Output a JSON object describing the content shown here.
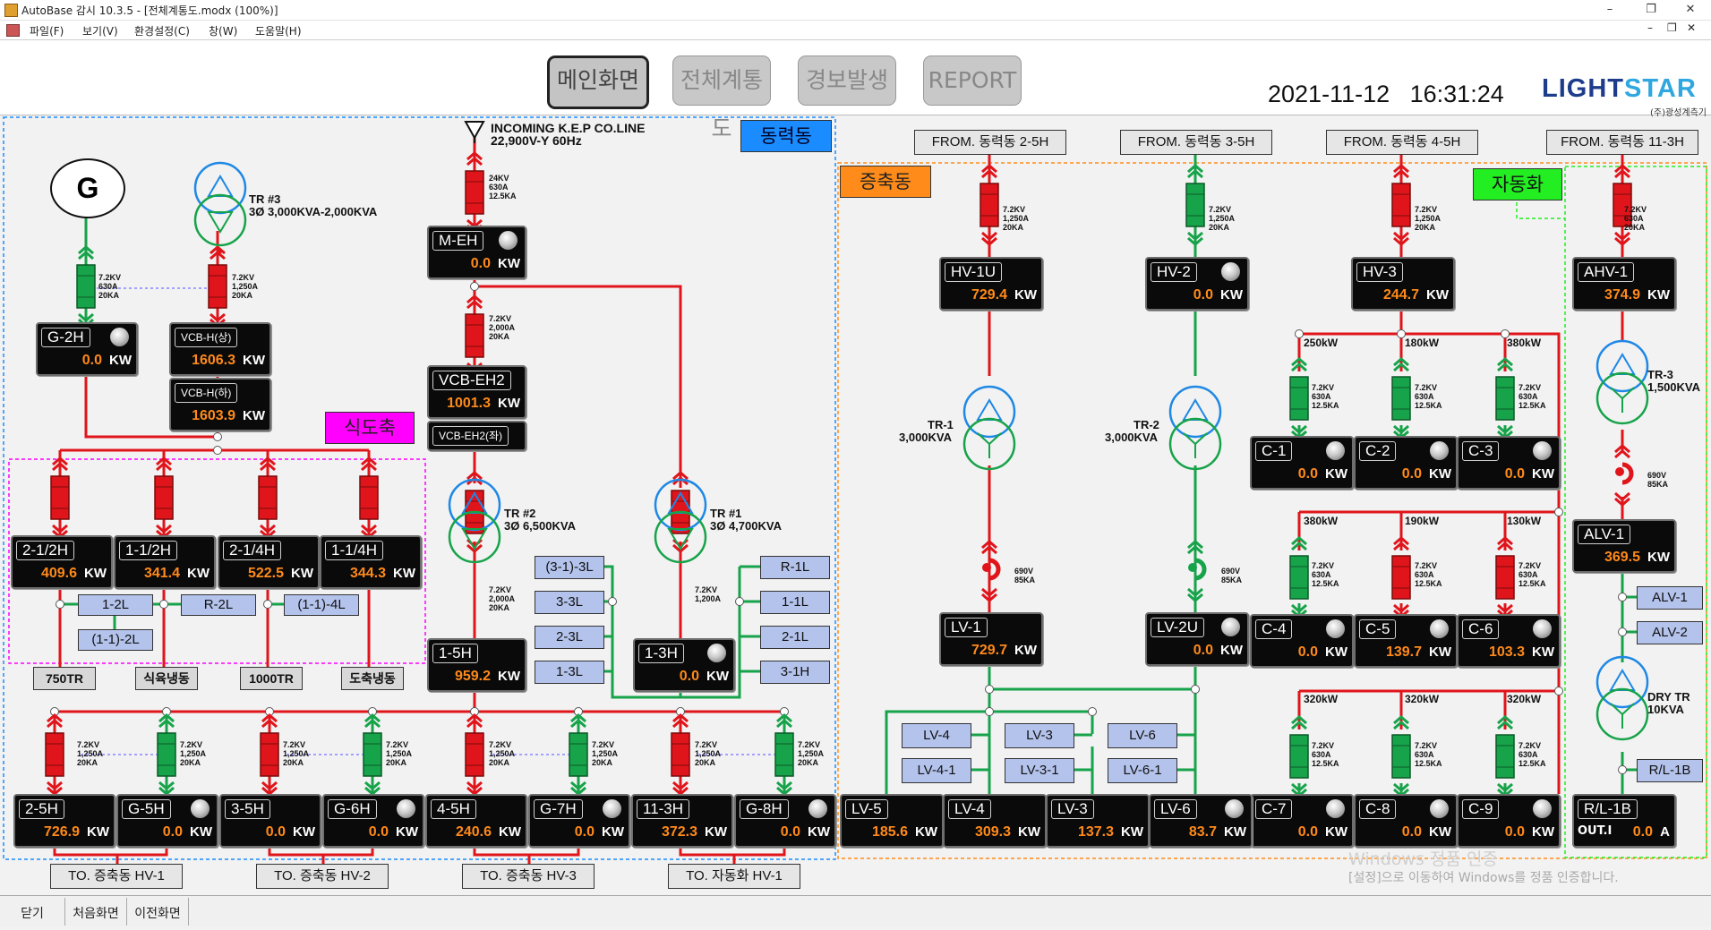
{
  "window": {
    "title": "AutoBase 감시 10.3.5 - [전체계통도.modx (100%)]",
    "controls": [
      "–",
      "❐",
      "✕"
    ],
    "mdi_controls": [
      "–",
      "❐",
      "✕"
    ]
  },
  "menu": [
    "파일(F)",
    "보기(V)",
    "환경설정(C)",
    "창(W)",
    "도움말(H)"
  ],
  "nav": [
    "메인화면",
    "전체계통도",
    "경보발생",
    "REPORT"
  ],
  "datetime": {
    "date": "2021-11-12",
    "time": "16:31:24"
  },
  "logo": {
    "text1": "LIGHT",
    "text2": "STAR",
    "sub": "(주)광성계측기"
  },
  "incoming": {
    "title": "INCOMING K.E.P CO.LINE",
    "spec": "22,900V-Y 60Hz"
  },
  "zones": {
    "dongryeok": "동력동",
    "jeungchuk": "증축동",
    "jadonghwa": "자동화",
    "sikdochuk": "식도축"
  },
  "generator": "G",
  "transformers": {
    "tr3": {
      "name": "TR #3",
      "spec": "3Ø 3,000KVA-2,000KVA"
    },
    "tr2": {
      "name": "TR #2",
      "spec": "3Ø 6,500KVA"
    },
    "tr1": {
      "name": "TR #1",
      "spec": "3Ø 4,700KVA"
    },
    "tr_1": {
      "name": "TR-1",
      "spec": "3,000KVA"
    },
    "tr_2": {
      "name": "TR-2",
      "spec": "3,000KVA"
    },
    "tr_3": {
      "name": "TR-3",
      "spec": "1,500KVA"
    },
    "dry": {
      "name": "DRY TR",
      "spec": "10KVA"
    }
  },
  "breaker_specs": {
    "s24": "24KV\n630A\n12.5KA",
    "s72_630_20": "7.2KV\n630A\n20KA",
    "s72_1250_20": "7.2KV\n1,250A\n20KA",
    "s72_2000_20": "7.2KV\n2,000A\n20KA",
    "s72_1200": "7.2KV\n1,200A",
    "s72_630_125": "7.2KV\n630A\n12.5KA",
    "s690": "690V\n85KA"
  },
  "panels": {
    "meh": {
      "name": "M-EH",
      "value": "0.0",
      "unit": "KW"
    },
    "g2h": {
      "name": "G-2H",
      "value": "0.0",
      "unit": "KW"
    },
    "vcbh_s": {
      "name": "VCB-H(상)",
      "value": "1606.3",
      "unit": "KW"
    },
    "vcbh_h": {
      "name": "VCB-H(하)",
      "value": "1603.9",
      "unit": "KW"
    },
    "vcbeh2": {
      "name": "VCB-EH2",
      "value": "1001.3",
      "unit": "KW"
    },
    "vcbeh2_l": {
      "name": "VCB-EH2(좌)"
    },
    "p2_12h": {
      "name": "2-1/2H",
      "value": "409.6",
      "unit": "KW"
    },
    "p1_12h": {
      "name": "1-1/2H",
      "value": "341.4",
      "unit": "KW"
    },
    "p2_14h": {
      "name": "2-1/4H",
      "value": "522.5",
      "unit": "KW"
    },
    "p1_14h": {
      "name": "1-1/4H",
      "value": "344.3",
      "unit": "KW"
    },
    "p15h": {
      "name": "1-5H",
      "value": "959.2",
      "unit": "KW"
    },
    "p13h": {
      "name": "1-3H",
      "value": "0.0",
      "unit": "KW"
    },
    "p25h": {
      "name": "2-5H",
      "value": "726.9",
      "unit": "KW"
    },
    "g5h": {
      "name": "G-5H",
      "value": "0.0",
      "unit": "KW"
    },
    "p35h": {
      "name": "3-5H",
      "value": "0.0",
      "unit": "KW"
    },
    "g6h": {
      "name": "G-6H",
      "value": "0.0",
      "unit": "KW"
    },
    "p45h": {
      "name": "4-5H",
      "value": "240.6",
      "unit": "KW"
    },
    "g7h": {
      "name": "G-7H",
      "value": "0.0",
      "unit": "KW"
    },
    "p113h": {
      "name": "11-3H",
      "value": "372.3",
      "unit": "KW"
    },
    "g8h": {
      "name": "G-8H",
      "value": "0.0",
      "unit": "KW"
    },
    "hv1u": {
      "name": "HV-1U",
      "value": "729.4",
      "unit": "KW"
    },
    "hv2": {
      "name": "HV-2",
      "value": "0.0",
      "unit": "KW"
    },
    "hv3": {
      "name": "HV-3",
      "value": "244.7",
      "unit": "KW"
    },
    "ahv1": {
      "name": "AHV-1",
      "value": "374.9",
      "unit": "KW"
    },
    "lv1": {
      "name": "LV-1",
      "value": "729.7",
      "unit": "KW"
    },
    "lv2u": {
      "name": "LV-2U",
      "value": "0.0",
      "unit": "KW"
    },
    "alv1": {
      "name": "ALV-1",
      "value": "369.5",
      "unit": "KW"
    },
    "c1": {
      "name": "C-1",
      "value": "0.0",
      "unit": "KW"
    },
    "c2": {
      "name": "C-2",
      "value": "0.0",
      "unit": "KW"
    },
    "c3": {
      "name": "C-3",
      "value": "0.0",
      "unit": "KW"
    },
    "c4": {
      "name": "C-4",
      "value": "0.0",
      "unit": "KW"
    },
    "c5": {
      "name": "C-5",
      "value": "139.7",
      "unit": "KW"
    },
    "c6": {
      "name": "C-6",
      "value": "103.3",
      "unit": "KW"
    },
    "c7": {
      "name": "C-7",
      "value": "0.0",
      "unit": "KW"
    },
    "c8": {
      "name": "C-8",
      "value": "0.0",
      "unit": "KW"
    },
    "c9": {
      "name": "C-9",
      "value": "0.0",
      "unit": "KW"
    },
    "lv5": {
      "name": "LV-5",
      "value": "185.6",
      "unit": "KW"
    },
    "lv4": {
      "name": "LV-4",
      "value": "309.3",
      "unit": "KW"
    },
    "lv3": {
      "name": "LV-3",
      "value": "137.3",
      "unit": "KW"
    },
    "lv6": {
      "name": "LV-6",
      "value": "83.7",
      "unit": "KW"
    },
    "rl1b": {
      "name": "R/L-1B",
      "sub": "OUT.I",
      "value": "0.0",
      "unit": "A"
    }
  },
  "load_labels": {
    "l12l": "1-2L",
    "r2l": "R-2L",
    "l112l": "(1-1)-2L",
    "l114l": "(1-1)-4L",
    "l313l": "(3-1)-3L",
    "l33l": "3-3L",
    "l23l": "2-3L",
    "l13l": "1-3L",
    "r1l": "R-1L",
    "l11l": "1-1L",
    "l21l": "2-1L",
    "l31h": "3-1H",
    "lv4": "LV-4",
    "lv41": "LV-4-1",
    "lv3": "LV-3",
    "lv31": "LV-3-1",
    "lv6": "LV-6",
    "lv61": "LV-6-1",
    "alv1": "ALV-1",
    "alv2": "ALV-2",
    "rl1b": "R/L-1B"
  },
  "gray_labels": {
    "tr750": "750TR",
    "sikyuk": "식육냉동",
    "tr1000": "1000TR",
    "dochuk": "도축냉동"
  },
  "from_labels": [
    "FROM. 동력동 2-5H",
    "FROM. 동력동 3-5H",
    "FROM. 동력동 4-5H",
    "FROM. 동력동 11-3H"
  ],
  "to_labels": [
    "TO. 증축동 HV-1",
    "TO. 증축동 HV-2",
    "TO. 증축동 HV-3",
    "TO. 자동화 HV-1"
  ],
  "kw_labels": [
    "250kW",
    "180kW",
    "380kW",
    "380kW",
    "190kW",
    "130kW",
    "320kW",
    "320kW",
    "320kW"
  ],
  "status_buttons": [
    "닫기",
    "처음화면",
    "이전화면"
  ],
  "watermark": {
    "line1": "Windows 정품 인증",
    "line2": "[설정]으로 이동하여 Windows를 정품 인증합니다."
  },
  "colors": {
    "red": "#e0151b",
    "green": "#17a34a",
    "blue": "#1e88e5",
    "accent_orange": "#ff8a1a",
    "zone_blue": "#1a8cff",
    "zone_orange": "#ff8c1a",
    "zone_green": "#22ee22",
    "zone_magenta": "#ff00ff"
  }
}
